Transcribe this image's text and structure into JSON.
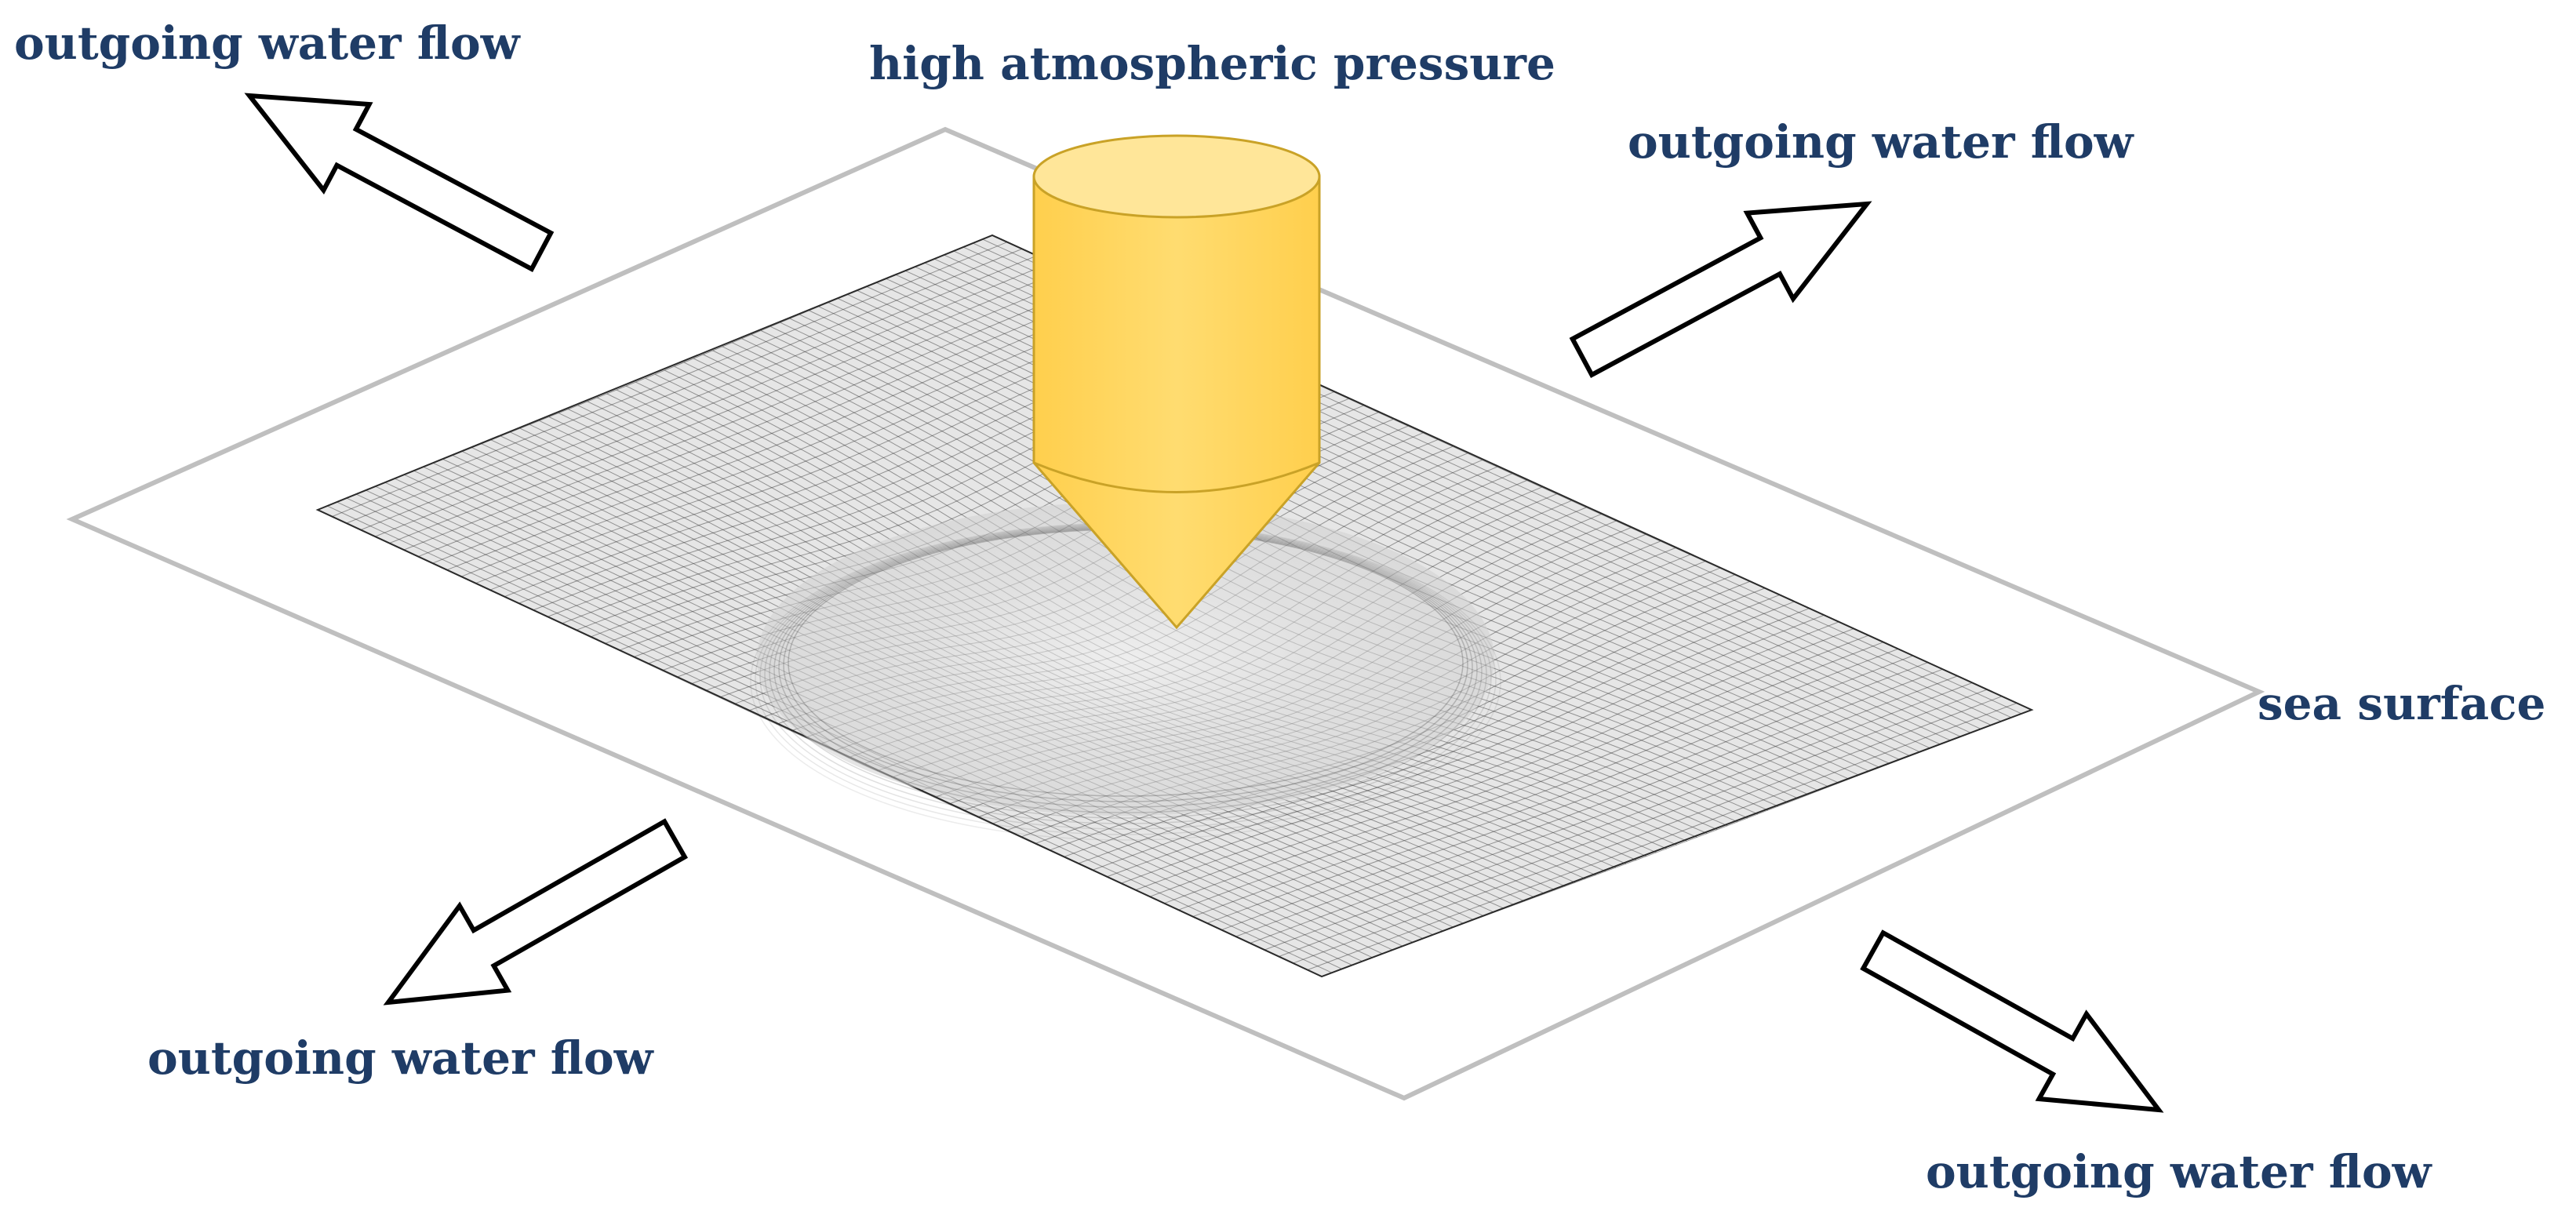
{
  "labels": {
    "pressure": "high atmospheric pressure",
    "flow_top_left": "outgoing water flow",
    "flow_top_right": "outgoing water flow",
    "flow_bottom_left": "outgoing water flow",
    "flow_bottom_right": "outgoing water flow",
    "sea_surface": "sea surface"
  },
  "colors": {
    "label_text": "#1f3c66",
    "cylinder_body": "#ffd966",
    "cylinder_top": "#ffe699",
    "cylinder_edge": "#c9a227",
    "mesh_line": "#2b2b2b",
    "mesh_fill": "#e6e6e6",
    "plane_edge": "#bfbfbf",
    "arrow_edge": "#000000",
    "arrow_fill": "#ffffff"
  }
}
